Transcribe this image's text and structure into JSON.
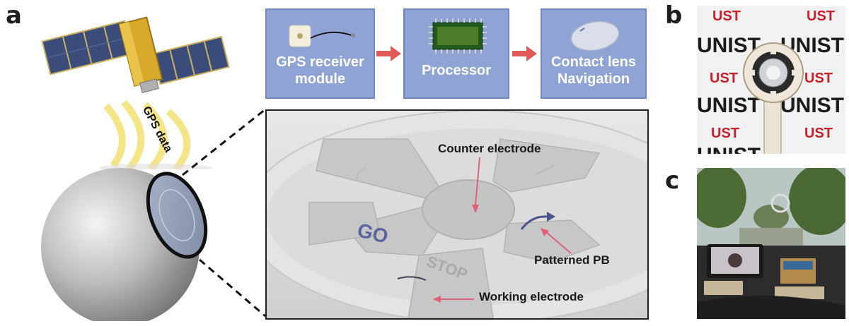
{
  "panels": {
    "a": "a",
    "b": "b",
    "c": "c"
  },
  "gps_label": "GPS data",
  "flow": [
    {
      "line1": "GPS receiver",
      "line2": "module"
    },
    {
      "line1": "Processor",
      "line2": ""
    },
    {
      "line1": "Contact lens",
      "line2": "Navigation"
    }
  ],
  "lens": {
    "counter_electrode": "Counter electrode",
    "patterned_pb": "Patterned PB",
    "working_electrode": "Working electrode",
    "go_text": "GO",
    "stop_text": "STOP"
  },
  "photo_b": {
    "logo_ust": "UST",
    "logo_unist": "UNIST"
  },
  "colors": {
    "box_fill": "#8fa3d4",
    "arrow": "#e05a5a",
    "annot_arrow": "#e0607a",
    "gps_waves": "#f3e27a",
    "logo_red": "#c8202a"
  }
}
